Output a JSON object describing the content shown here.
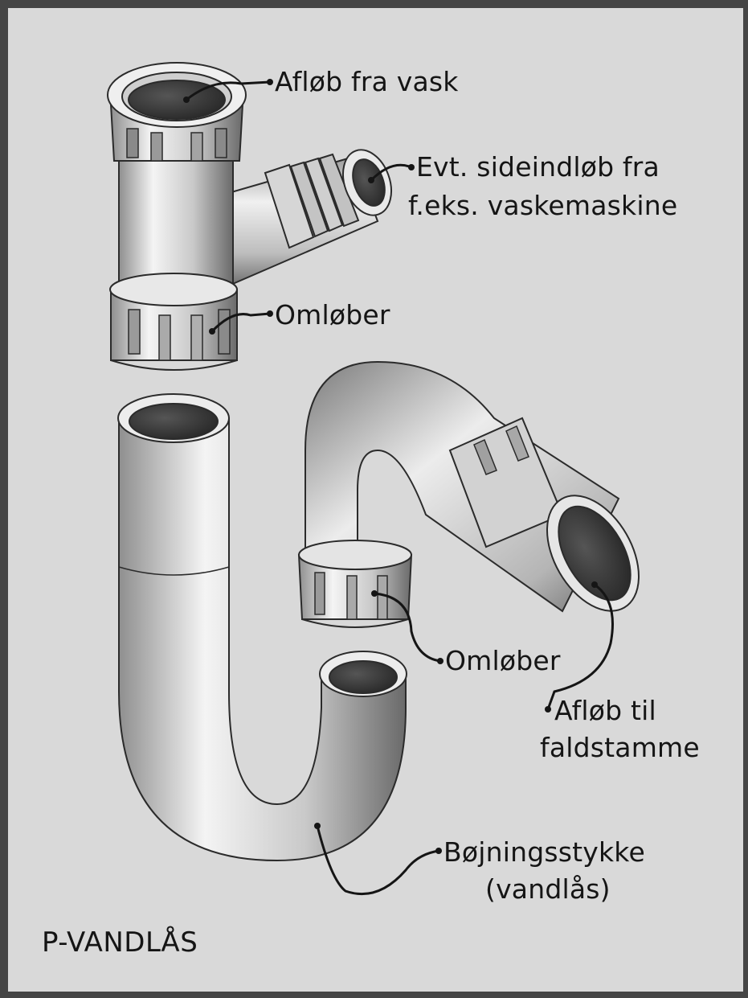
{
  "diagram": {
    "title": "P-VANDLÅS",
    "labels": {
      "drain_from_sink": "Afløb fra vask",
      "side_inlet_line1": "Evt. sideindløb fra",
      "side_inlet_line2": "f.eks. vaskemaskine",
      "nut_upper": "Omløber",
      "nut_lower": "Omløber",
      "drain_to_stack_line1": "Afløb til",
      "drain_to_stack_line2": "faldstamme",
      "bend_line1": "Bøjningsstykke",
      "bend_line2": "(vandlås)"
    }
  },
  "colors": {
    "background": "#d9d9d9",
    "frame": "#454545",
    "ink": "#151515",
    "pipe_light": "#f2f2f2",
    "pipe_mid": "#bdbdbd",
    "pipe_dark": "#6e6e6e",
    "pipe_opening": "#3b3b3b"
  }
}
